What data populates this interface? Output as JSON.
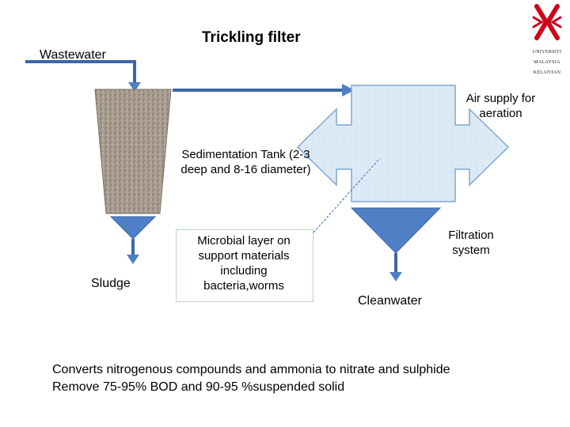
{
  "title": "Trickling filter",
  "labels": {
    "wastewater": "Wastewater",
    "air_supply": "Air supply for aeration",
    "sedimentation": "Sedimentation Tank (2-3 deep and 8-16 diameter)",
    "microbial": "Microbial layer on support materials including bacteria,worms",
    "filtration": "Filtration system",
    "sludge": "Sludge",
    "cleanwater": "Cleanwater"
  },
  "notes": [
    "Converts nitrogenous compounds and ammonia to nitrate and sulphide",
    "Remove 75-95% BOD and 90-95 %suspended solid"
  ],
  "logo": {
    "lines": [
      "UNIVERSITI",
      "MALAYSIA",
      "KELANTAN"
    ],
    "color": "#d0021b"
  },
  "colors": {
    "arrow_fill": "#4f7fc4",
    "arrow_stroke": "#3a68a8",
    "tank_fill": "#dceaf6",
    "tank_stroke": "#7ea7cf",
    "filter_media": "#a89c8e"
  }
}
